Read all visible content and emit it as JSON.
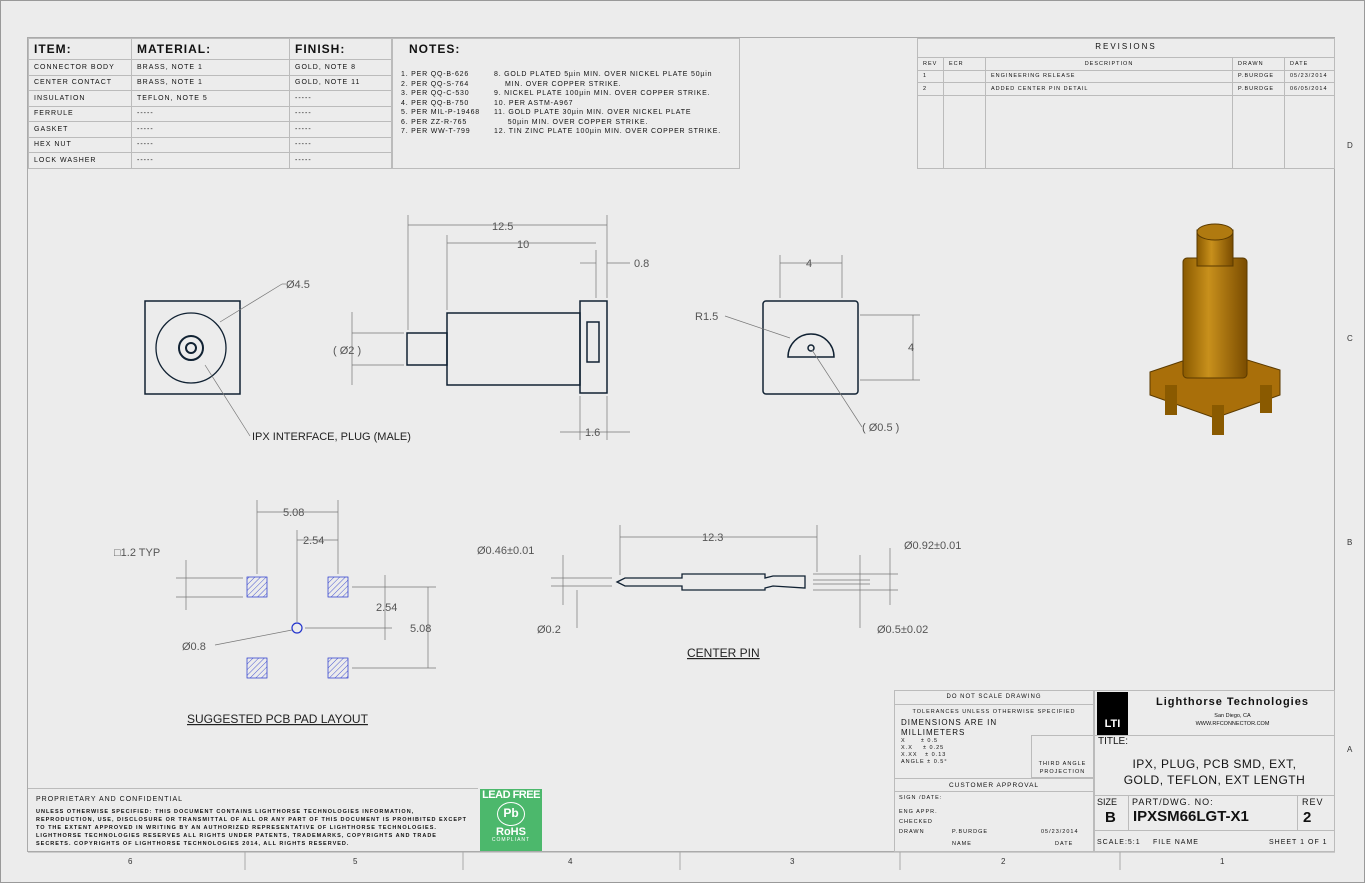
{
  "bom": {
    "headers": [
      "ITEM:",
      "MATERIAL:",
      "FINISH:"
    ],
    "rows": [
      [
        "CONNECTOR BODY",
        "BRASS, NOTE 1",
        "GOLD, NOTE 8"
      ],
      [
        "CENTER CONTACT",
        "BRASS, NOTE 1",
        "GOLD, NOTE 11"
      ],
      [
        "INSULATION",
        "TEFLON, NOTE 5",
        "-----"
      ],
      [
        "FERRULE",
        "-----",
        "-----"
      ],
      [
        "GASKET",
        "-----",
        "-----"
      ],
      [
        "HEX NUT",
        "-----",
        "-----"
      ],
      [
        "LOCK WASHER",
        "-----",
        "-----"
      ]
    ]
  },
  "notes": {
    "title": "NOTES:",
    "left": [
      "1. PER QQ-B-626",
      "2. PER QQ-S-764",
      "3. PER QQ-C-530",
      "4. PER QQ-B-750",
      "5. PER MIL-P-19468",
      "6. PER ZZ-R-765",
      "7. PER WW-T-799"
    ],
    "right": [
      "8. GOLD PLATED 5µin MIN. OVER NICKEL PLATE 50µin",
      "    MIN. OVER COPPER STRIKE.",
      "9. NICKEL PLATE 100µin MIN. OVER COPPER STRIKE.",
      "10. PER ASTM-A967",
      "11. GOLD PLATE 30µin MIN. OVER NICKEL PLATE",
      "     50µin MIN. OVER COPPER STRIKE.",
      "12. TIN ZINC PLATE 100µin MIN. OVER COPPER STRIKE."
    ]
  },
  "revisions": {
    "title": "REVISIONS",
    "headers": [
      "REV",
      "ECR",
      "DESCRIPTION",
      "DRAWN",
      "DATE"
    ],
    "rows": [
      [
        "1",
        "",
        "ENGINEERING RELEASE",
        "P.BURDGE",
        "05/23/2014"
      ],
      [
        "2",
        "",
        "ADDED CENTER PIN DETAIL",
        "P.BURDGE",
        "06/05/2014"
      ]
    ]
  },
  "dims": {
    "d125": "12.5",
    "d10": "10",
    "d08": "0.8",
    "dia45": "Ø4.5",
    "dia2": "( Ø2 )",
    "d16": "1.6",
    "ipx": "IPX INTERFACE, PLUG (MALE)",
    "d4a": "4",
    "r15": "R1.5",
    "d4b": "4",
    "dia05": "( Ø0.5 )",
    "p508a": "5.08",
    "p254a": "2.54",
    "sq": "□1.2 TYP",
    "p254b": "2.54",
    "p508b": "5.08",
    "dia08": "Ø0.8",
    "pcb": "SUGGESTED PCB PAD LAYOUT",
    "c123": "12.3",
    "c046": "Ø0.46±0.01",
    "c092": "Ø0.92±0.01",
    "c02": "Ø0.2",
    "c05": "Ø0.5±0.02",
    "cpin": "CENTER PIN"
  },
  "zones": {
    "letters": [
      "D",
      "C",
      "B",
      "A"
    ],
    "numbers": [
      "6",
      "5",
      "4",
      "3",
      "2",
      "1"
    ]
  },
  "proprietary": {
    "title": "PROPRIETARY AND CONFIDENTIAL",
    "text": "UNLESS OTHERWISE SPECIFIED: THIS DOCUMENT CONTAINS LIGHTHORSE TECHNOLOGIES INFORMATION, REPRODUCTION, USE, DISCLOSURE OR TRANSMITTAL OF ALL OR ANY PART OF THIS DOCUMENT IS PROHIBITED EXCEPT TO THE EXTENT APPROVED IN WRITING BY AN AUTHORIZED REPRESENTATIVE OF LIGHTHORSE TECHNOLOGIES. LIGHTHORSE TECHNOLOGIES RESERVES ALL RIGHTS UNDER PATENTS, TRADEMARKS, COPYRIGHTS AND TRADE SECRETS. COPYRIGHTS OF LIGHTHORSE TECHNOLOGIES 2014, ALL RIGHTS RESERVED."
  },
  "rohs": {
    "top": "LEAD FREE",
    "mark": "Pb",
    "rohs": "RoHS",
    "compliant": "COMPLIANT"
  },
  "titleblock": {
    "noscale": "DO NOT SCALE DRAWING",
    "tol": "TOLERANCES UNLESS OTHERWISE SPECIFIED",
    "dims": "DIMENSIONS ARE IN MILLIMETERS",
    "tol1": "X      ± 0.5",
    "tol2": "X.X    ± 0.25",
    "tol3": "X.XX   ± 0.13",
    "tol4": "ANGLE ± 0.5°",
    "proj": "THIRD ANGLE PROJECTION",
    "approval": "CUSTOMER APPROVAL",
    "sign": "SIGN /DATE:",
    "eng": "ENG APPR.",
    "checked": "CHECKED",
    "drawn": "DRAWN",
    "drawn_by": "P.BURDGE",
    "drawn_date": "05/23/2014",
    "name": "NAME",
    "date": "DATE",
    "company": "Lighthorse Technologies",
    "city": "San Diego, CA",
    "web": "WWW.RFCONNECTOR.COM",
    "logo": "LTI",
    "title_label": "TITLE:",
    "title1": "IPX, PLUG, PCB SMD, EXT,",
    "title2": "GOLD, TEFLON, EXT LENGTH",
    "size_label": "SIZE",
    "size": "B",
    "part_label": "PART/DWG. NO:",
    "part": "IPXSM66LGT-X1",
    "rev_label": "REV",
    "rev": "2",
    "scale": "SCALE:5:1",
    "file": "FILE NAME",
    "sheet": "SHEET 1 OF 1"
  }
}
